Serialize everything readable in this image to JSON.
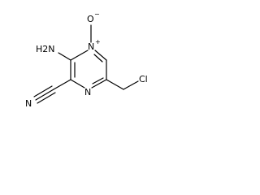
{
  "structure": {
    "atoms": {
      "amino": "H2N",
      "n_oxide_oxygen": "O",
      "n_oxide_oxygen_charge": "−",
      "ring_n_plus": "N",
      "ring_n_plus_charge": "+",
      "ring_n_lower": "N",
      "nitrile_n": "N",
      "chlorine": "Cl"
    }
  }
}
